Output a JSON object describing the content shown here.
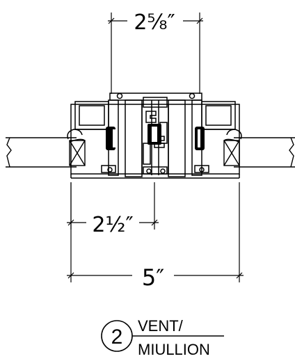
{
  "dimensions": {
    "top": "2⅝″",
    "middle": "2½″",
    "bottom": "5″"
  },
  "callout": {
    "number": "2",
    "line1": "VENT/",
    "line2": "MIULLION"
  },
  "colors": {
    "ink": "#000000",
    "paper": "#ffffff"
  }
}
